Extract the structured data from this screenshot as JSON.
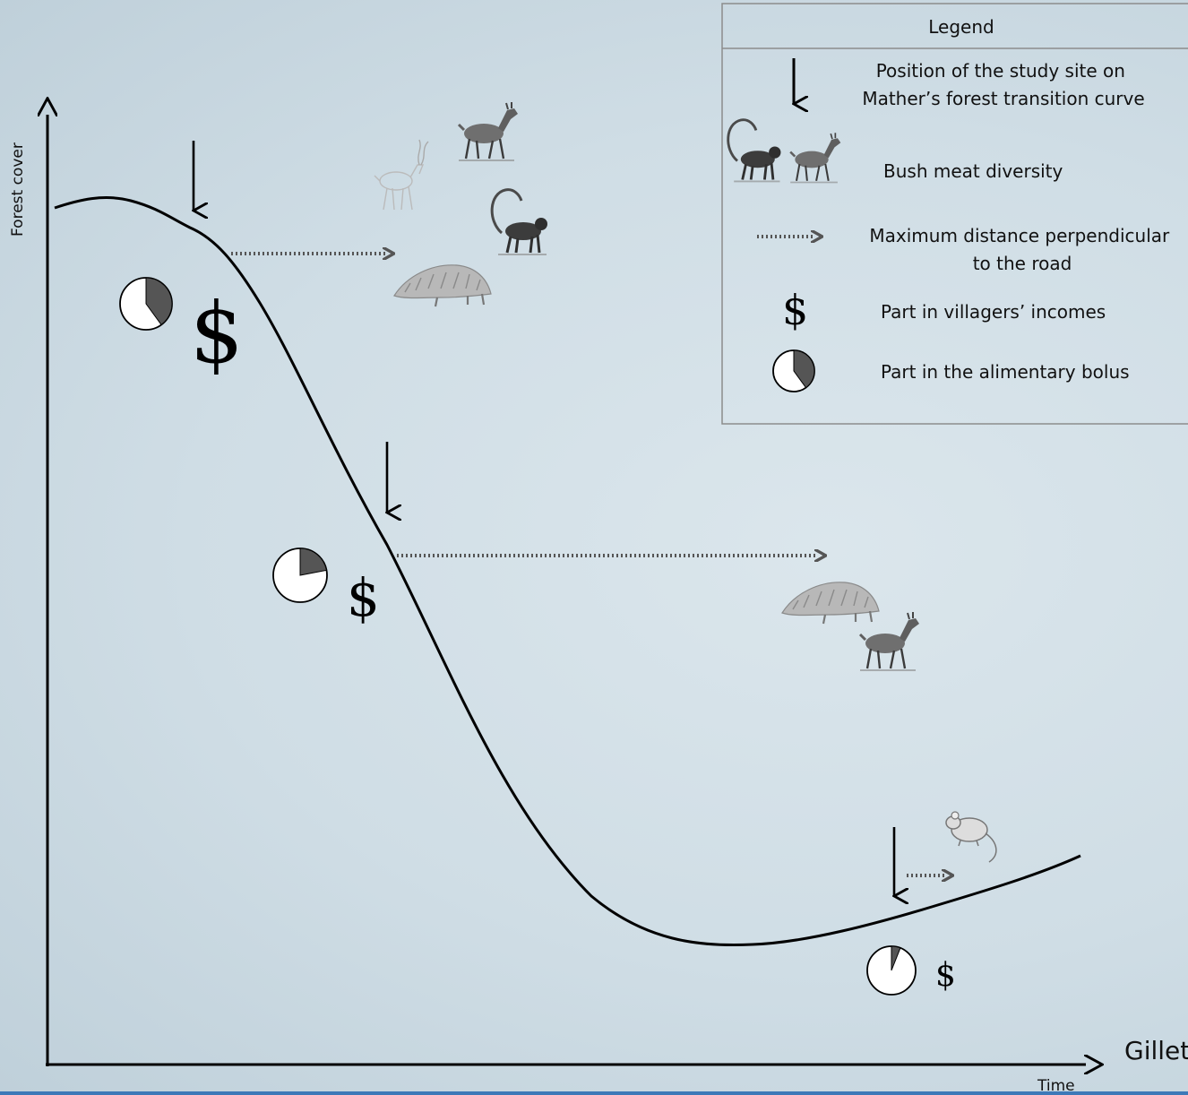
{
  "axes": {
    "y_label": "Forest cover",
    "x_label": "Time"
  },
  "attribution": "Gillet",
  "legend": {
    "title": "Legend",
    "items": {
      "site_position": [
        "Position of the study site on",
        "Mather’s forest transition curve"
      ],
      "bushmeat": "Bush meat diversity",
      "max_distance": [
        "Maximum distance perpendicular",
        "to the road"
      ],
      "income": "Part in villagers’ incomes",
      "bolus": "Part in the alimentary bolus"
    },
    "dollar_symbol": "$"
  },
  "sites": [
    {
      "dollar": "$",
      "bolus_fraction": 0.4,
      "income_level": "large",
      "distance_level": "short"
    },
    {
      "dollar": "$",
      "bolus_fraction": 0.22,
      "income_level": "medium",
      "distance_level": "long"
    },
    {
      "dollar": "$",
      "bolus_fraction": 0.06,
      "income_level": "small",
      "distance_level": "very short"
    }
  ],
  "icons": [
    "down-arrow-icon",
    "dotted-arrow-icon",
    "pie-chart-icon",
    "dollar-icon",
    "monkey-icon",
    "duiker-icon",
    "kudu-icon",
    "pangolin-icon",
    "rodent-icon"
  ],
  "colors": {
    "background": "#d3e0e7",
    "pie_fill": "#555555",
    "dotted_arrow": "#555555",
    "curve": "#000000"
  }
}
